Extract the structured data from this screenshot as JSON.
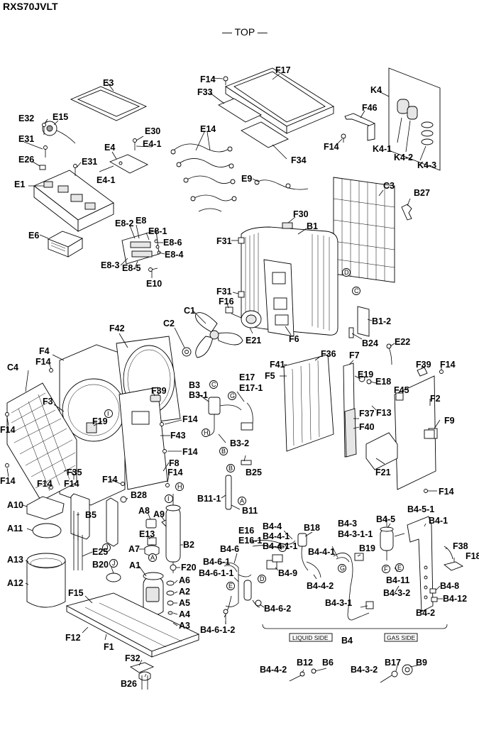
{
  "model": "RXS70JVLT",
  "view": "— TOP —",
  "side_labels": {
    "liquid": "LIQUID SIDE",
    "gas": "GAS SIDE"
  },
  "circle_letters": [
    "A",
    "B",
    "C",
    "D",
    "E",
    "F",
    "G",
    "H",
    "I",
    "J"
  ],
  "labels": {
    "E3": "E3",
    "E32": "E32",
    "E15": "E15",
    "E31a": "E31",
    "E30": "E30",
    "E4": "E4",
    "E41a": "E4-1",
    "E26": "E26",
    "E31b": "E31",
    "E41b": "E4-1",
    "E1": "E1",
    "E6": "E6",
    "E8": "E8",
    "E82": "E8-2",
    "E81": "E8-1",
    "E86": "E8-6",
    "E84": "E8-4",
    "E83": "E8-3",
    "E85": "E8-5",
    "E10": "E10",
    "F14a": "F14",
    "F17": "F17",
    "F33": "F33",
    "E14": "E14",
    "F46": "F46",
    "K4": "K4",
    "F14b": "F14",
    "F34": "F34",
    "K41": "K4-1",
    "K42": "K4-2",
    "K43": "K4-3",
    "E9": "E9",
    "C3": "C3",
    "B27": "B27",
    "F30": "F30",
    "B1": "B1",
    "F31a": "F31",
    "F31b": "F31",
    "C1": "C1",
    "F16": "F16",
    "C2": "C2",
    "E21": "E21",
    "F6": "F6",
    "B12a": "B1-2",
    "B24": "B24",
    "E22": "E22",
    "F42": "F42",
    "F4": "F4",
    "F14c": "F14",
    "C4": "C4",
    "F3": "F3",
    "F14d": "F14",
    "F19": "F19",
    "F39a": "F39",
    "F14e": "F14",
    "F43": "F43",
    "F14f": "F14",
    "F8": "F8",
    "F35": "F35",
    "F14g": "F14",
    "F14h": "F14",
    "F14i": "F14",
    "F14j": "F14",
    "B28": "B28",
    "B3": "B3",
    "B31": "B3-1",
    "E17": "E17",
    "E171": "E17-1",
    "B32": "B3-2",
    "B25": "B25",
    "B111": "B11-1",
    "B11": "B11",
    "F41": "F41",
    "F36": "F36",
    "F5": "F5",
    "F7": "F7",
    "E19": "E19",
    "E18": "E18",
    "F37": "F37",
    "F13": "F13",
    "F40": "F40",
    "F39b": "F39",
    "F14k": "F14",
    "F45": "F45",
    "F2": "F2",
    "F9": "F9",
    "F21": "F21",
    "F14l": "F14",
    "A10": "A10",
    "B5": "B5",
    "A11": "A11",
    "E25": "E25",
    "A13": "A13",
    "A12": "A12",
    "A8": "A8",
    "A9": "A9",
    "E13": "E13",
    "B2": "B2",
    "A7": "A7",
    "B20": "B20",
    "A1": "A1",
    "F20": "F20",
    "A6": "A6",
    "A2": "A2",
    "A5": "A5",
    "A4": "A4",
    "A3": "A3",
    "F15": "F15",
    "F12": "F12",
    "F1": "F1",
    "F32": "F32",
    "B26": "B26",
    "B44": "B4-4",
    "B441": "B4-4-1",
    "B4411": "B4-4-1-1",
    "E16": "E16",
    "E161": "E16-1",
    "B18": "B18",
    "B46": "B4-6",
    "B461": "B4-6-1",
    "B4611": "B4-6-1-1",
    "B49": "B4-9",
    "B442": "B4-4-2",
    "B462": "B4-6-2",
    "B4612": "B4-6-1-2",
    "B43": "B4-3",
    "B4311": "B4-3-1-1",
    "B19": "B19",
    "B45": "B4-5",
    "B451": "B4-5-1",
    "B41": "B4-1",
    "B411": "B4-11",
    "B431": "B4-3-1",
    "B432": "B4-3-2",
    "B48": "B4-8",
    "B412": "B4-12",
    "B42": "B4-2",
    "F38": "F38",
    "F18": "F18",
    "B4": "B4",
    "B442b": "B4-4-2",
    "B12b": "B12",
    "B6": "B6",
    "B432b": "B4-3-2",
    "B17": "B17",
    "B9": "B9"
  }
}
